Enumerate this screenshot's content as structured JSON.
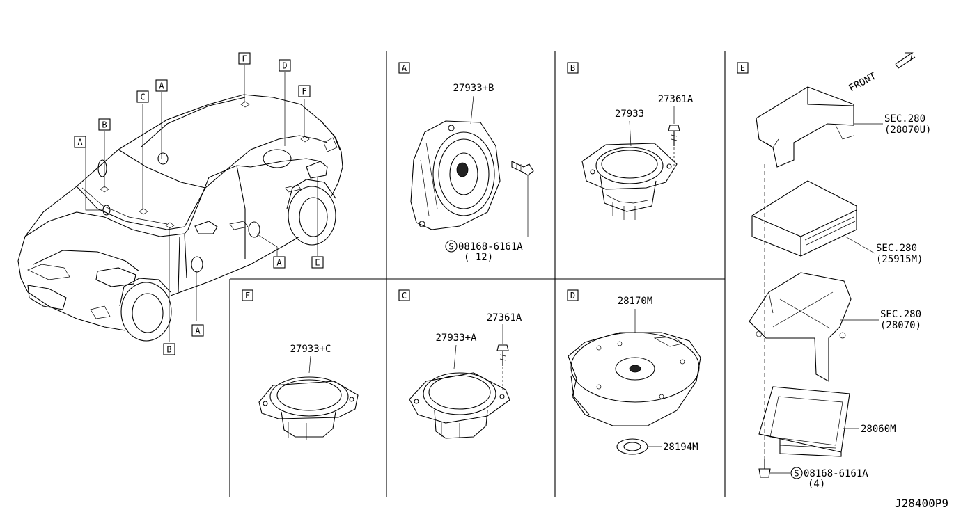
{
  "diagram_id": "J28400P9",
  "front_label": "FRONT",
  "car_callouts": {
    "a_left": "A",
    "b_left": "B",
    "c_mid": "C",
    "a_top": "A",
    "f_top": "F",
    "d_top": "D",
    "f_right": "F",
    "a_door": "A",
    "e_rear": "E",
    "a_bottom": "A",
    "b_bottom": "B"
  },
  "panels": {
    "a": {
      "letter": "A",
      "part": "27933+B",
      "bolt": "08168-6161A",
      "qty": "( 12)",
      "bolt_symbol": "S"
    },
    "b": {
      "letter": "B",
      "part": "27933",
      "screw": "27361A"
    },
    "c": {
      "letter": "C",
      "part": "27933+A",
      "screw": "27361A"
    },
    "d": {
      "letter": "D",
      "part": "28170M",
      "pad": "28194M"
    },
    "e": {
      "letter": "E",
      "sec1": "SEC.280",
      "sec1_part": "(28070U)",
      "sec2": "SEC.280",
      "sec2_part": "(25915M)",
      "sec3": "SEC.280",
      "sec3_part": "(28070)",
      "amp": "28060M",
      "bolt": "08168-6161A",
      "qty": "(4)",
      "bolt_symbol": "S"
    },
    "f": {
      "letter": "F",
      "part": "27933+C"
    }
  }
}
